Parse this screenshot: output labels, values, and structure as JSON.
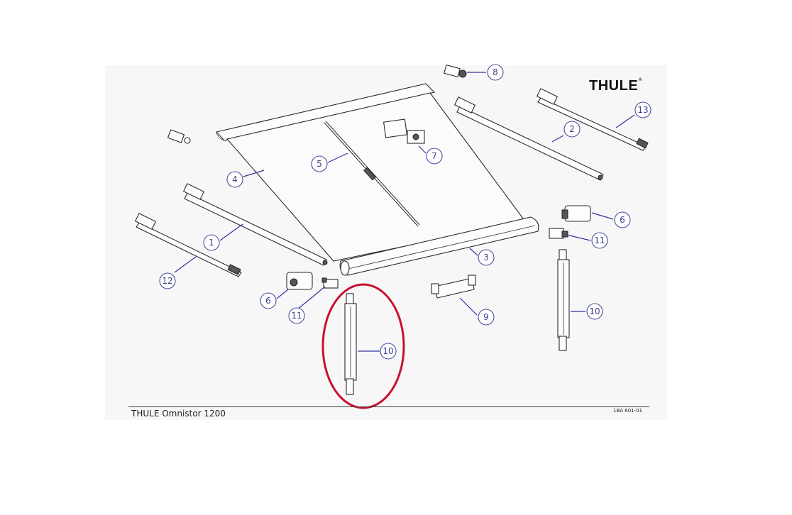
{
  "brand": {
    "logo_text": "THULE",
    "registered_mark": "®"
  },
  "footer": {
    "title": "THULE Omnistor 1200",
    "code": "1BA 601-01"
  },
  "callouts": [
    {
      "id": "c1",
      "label": "1"
    },
    {
      "id": "c2",
      "label": "2"
    },
    {
      "id": "c3",
      "label": "3"
    },
    {
      "id": "c4",
      "label": "4"
    },
    {
      "id": "c5",
      "label": "5"
    },
    {
      "id": "c6a",
      "label": "6"
    },
    {
      "id": "c6b",
      "label": "6"
    },
    {
      "id": "c7",
      "label": "7"
    },
    {
      "id": "c8",
      "label": "8"
    },
    {
      "id": "c9",
      "label": "9"
    },
    {
      "id": "c10a",
      "label": "10"
    },
    {
      "id": "c10b",
      "label": "10"
    },
    {
      "id": "c11a",
      "label": "11"
    },
    {
      "id": "c11b",
      "label": "11"
    },
    {
      "id": "c12",
      "label": "12"
    },
    {
      "id": "c13",
      "label": "13"
    }
  ],
  "highlight": {
    "target_part": "10",
    "color": "#c8102e"
  },
  "colors": {
    "callout_ring": "#4a4e9e",
    "leader": "#2f34a0",
    "line_art": "#2a2a2a"
  }
}
